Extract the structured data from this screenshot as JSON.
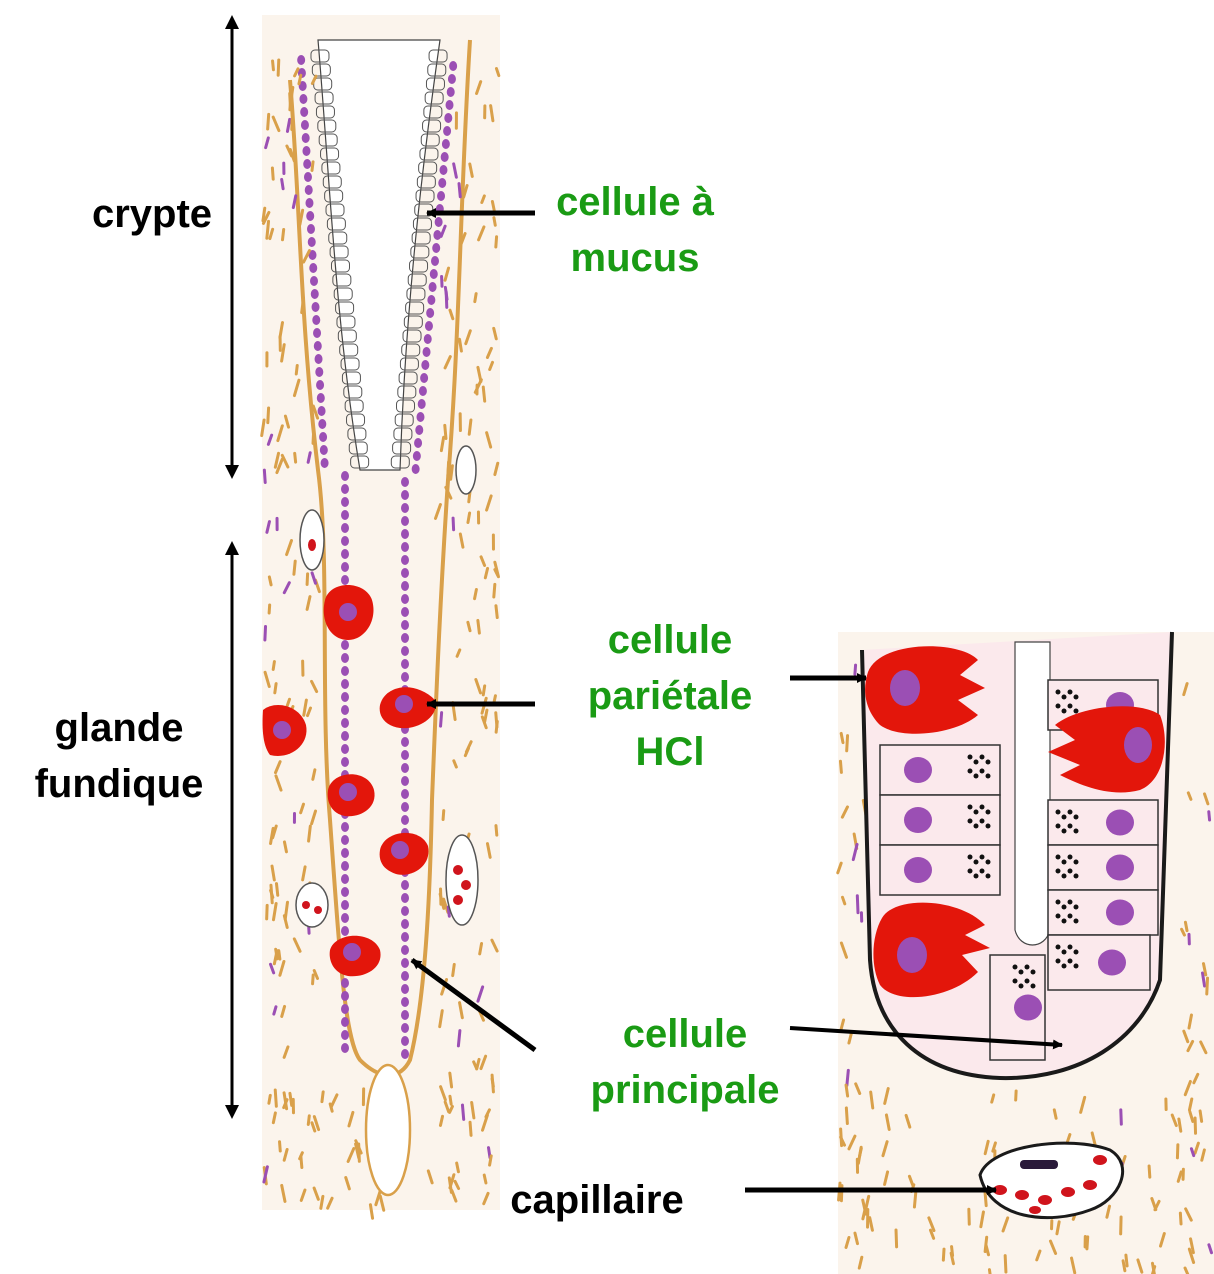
{
  "labels": {
    "crypte": "crypte",
    "glande_line1": "glande",
    "glande_line2": "fundique",
    "mucus_line1": "cellule à",
    "mucus_line2": "mucus",
    "parietale_line1": "cellule",
    "parietale_line2": "pariétale",
    "parietale_line3": "HCl",
    "principale_line1": "cellule",
    "principale_line2": "principale",
    "capillaire": "capillaire"
  },
  "colors": {
    "label_green": "#1a9b14",
    "label_black": "#000000",
    "parietal_cell": "#e3160b",
    "nucleus": "#9b4fb4",
    "connective_tissue": "#d9a04a",
    "erythrocyte": "#d0141c"
  }
}
